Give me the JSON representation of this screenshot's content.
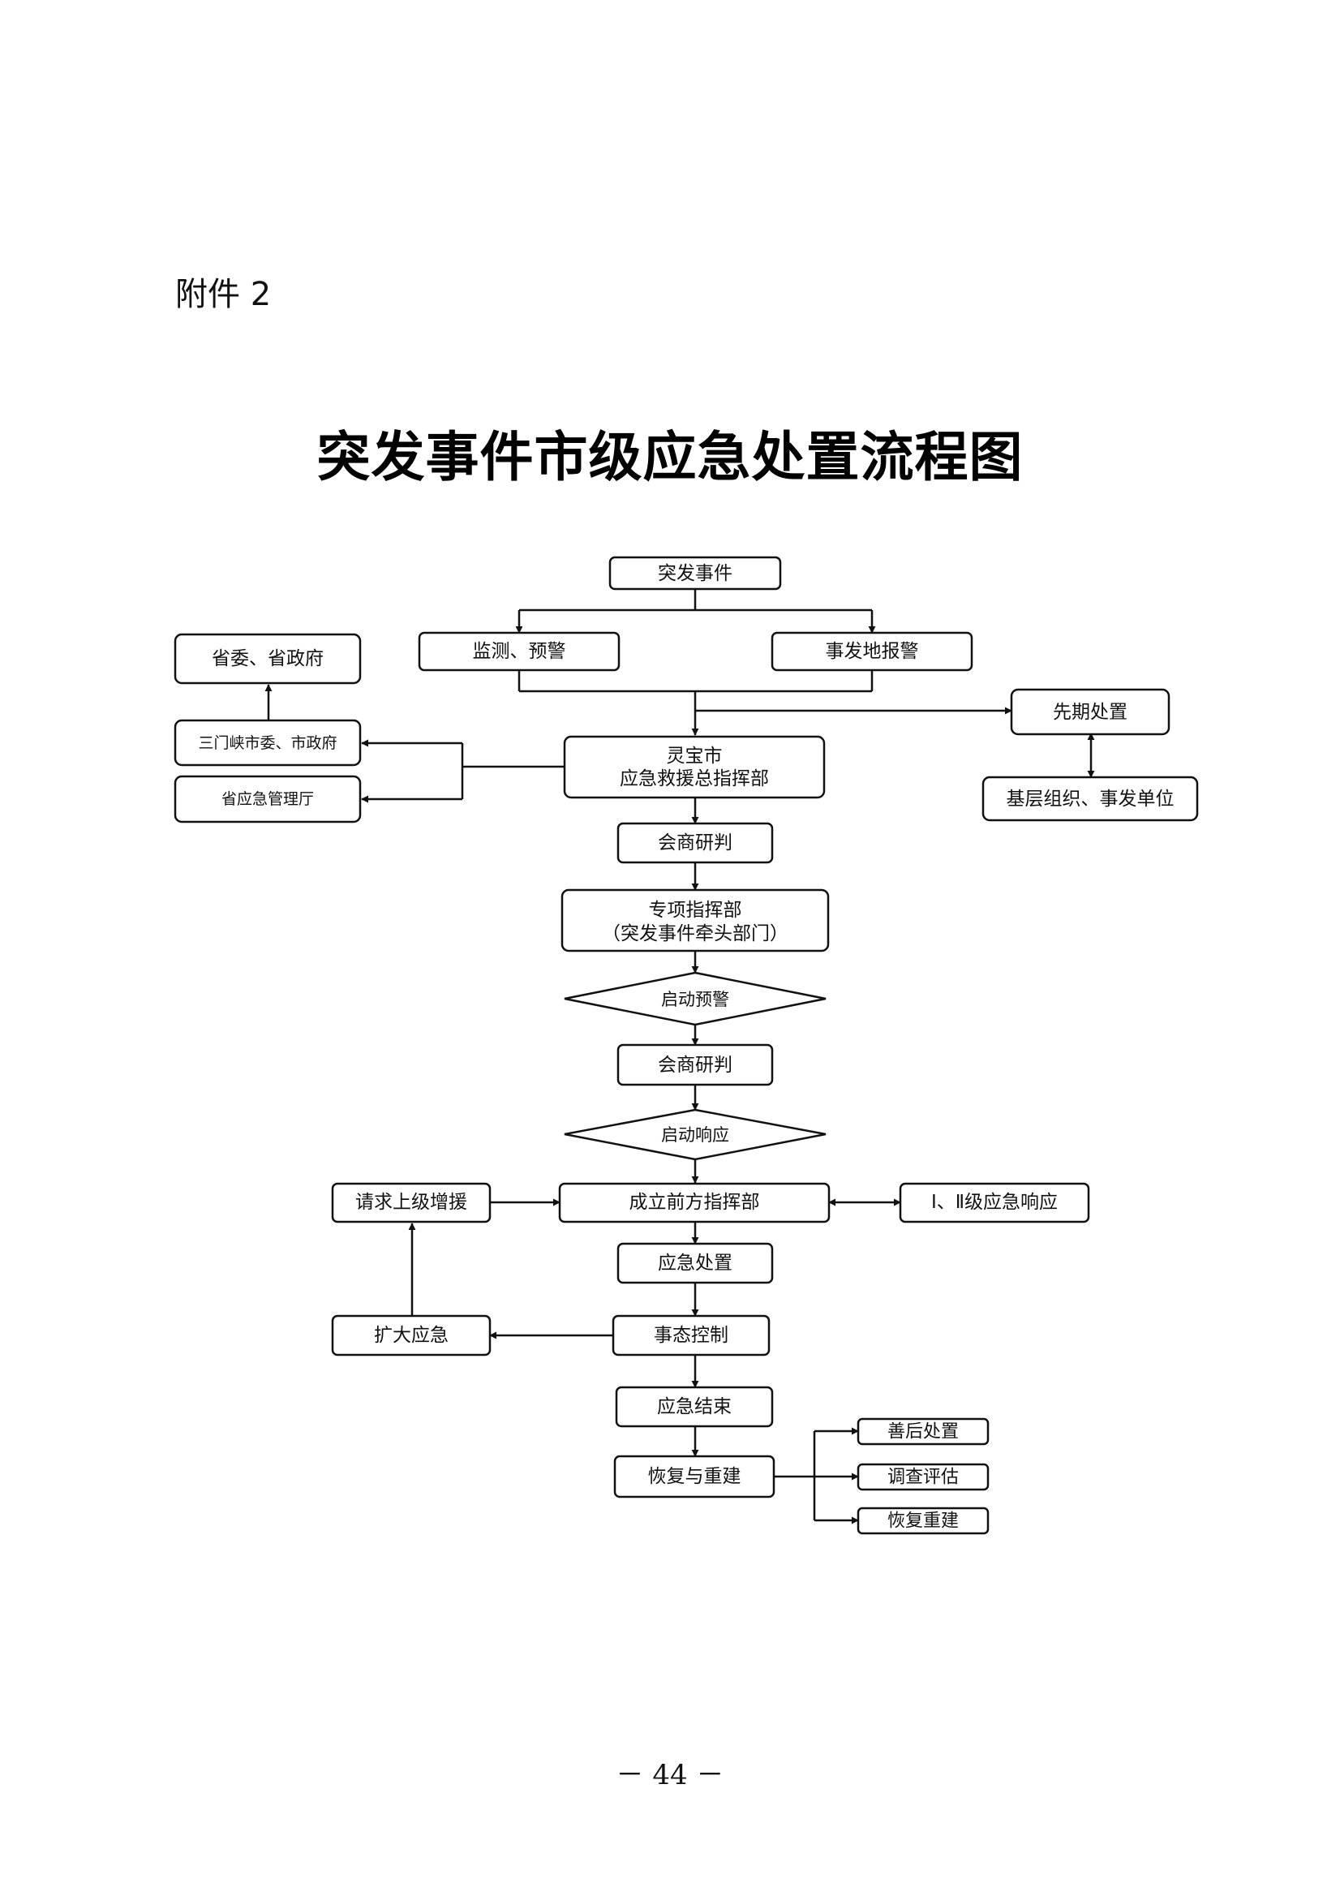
{
  "header": {
    "annex_label": "附件 2",
    "title": "突发事件市级应急处置流程图"
  },
  "flowchart": {
    "nodes": {
      "event": "突发事件",
      "monitor": "监测、预警",
      "local_report": "事发地报警",
      "provincial_gov": "省委、省政府",
      "sanmenxia": "三门峡市委、市政府",
      "province_emergency_dept": "省应急管理厅",
      "hq_line1": "灵宝市",
      "hq_line2": "应急救援总指挥部",
      "early_response": "先期处置",
      "grassroots": "基层组织、事发单位",
      "consult1": "会商研判",
      "special_hq_line1": "专项指挥部",
      "special_hq_line2": "（突发事件牵头部门）",
      "start_warning": "启动预警",
      "consult2": "会商研判",
      "start_response": "启动响应",
      "request_support": "请求上级增援",
      "front_hq": "成立前方指挥部",
      "level_response": "Ⅰ、Ⅱ级应急响应",
      "disposal": "应急处置",
      "expand": "扩大应急",
      "situation_control": "事态控制",
      "end": "应急结束",
      "recovery": "恢复与重建",
      "aftermath": "善后处置",
      "investigation": "调查评估",
      "rebuild": "恢复重建"
    }
  },
  "footer": {
    "page_number": "－ 44 －"
  }
}
